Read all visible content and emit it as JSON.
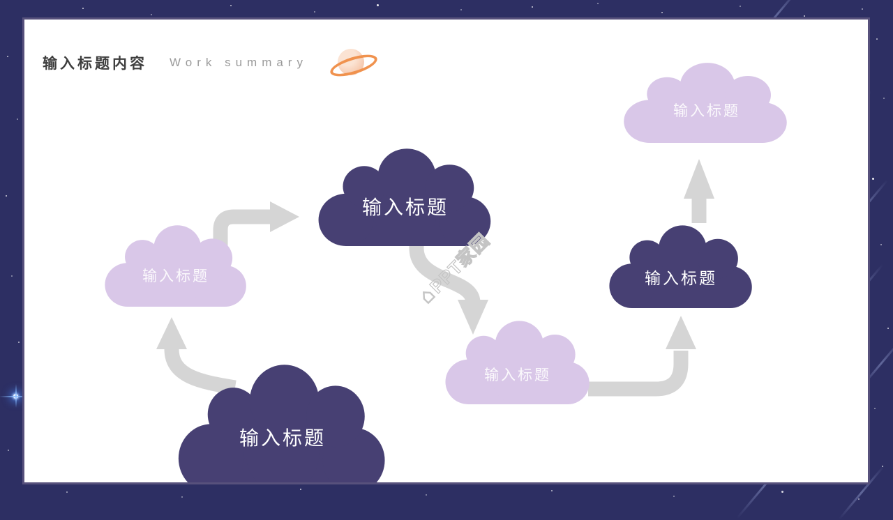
{
  "header": {
    "title": "输入标题内容",
    "subtitle": "Work summary",
    "saturn_icon": "saturn-planet-icon"
  },
  "watermark": {
    "logo_icon": "⌂",
    "text": "PPT家园"
  },
  "clouds": [
    {
      "label": "输入标题",
      "variant": "dark",
      "position": "center-top"
    },
    {
      "label": "输入标题",
      "variant": "light",
      "position": "left"
    },
    {
      "label": "输入标题",
      "variant": "dark",
      "position": "bottom"
    },
    {
      "label": "输入标题",
      "variant": "light",
      "position": "middle"
    },
    {
      "label": "输入标题",
      "variant": "dark",
      "position": "right"
    },
    {
      "label": "输入标题",
      "variant": "light",
      "position": "top-right"
    }
  ],
  "flow_order": [
    "bottom",
    "left",
    "center-top",
    "middle",
    "right",
    "top-right"
  ],
  "colors": {
    "background": "#2d2f63",
    "panel_edge": "#57517c",
    "cloud_dark": "#474073",
    "cloud_light": "#d9c7e8",
    "arrow": "#d5d5d5",
    "title_text": "#3e3e3e",
    "subtitle_text": "#9a9a9a",
    "saturn_ring": "#f0924e"
  }
}
